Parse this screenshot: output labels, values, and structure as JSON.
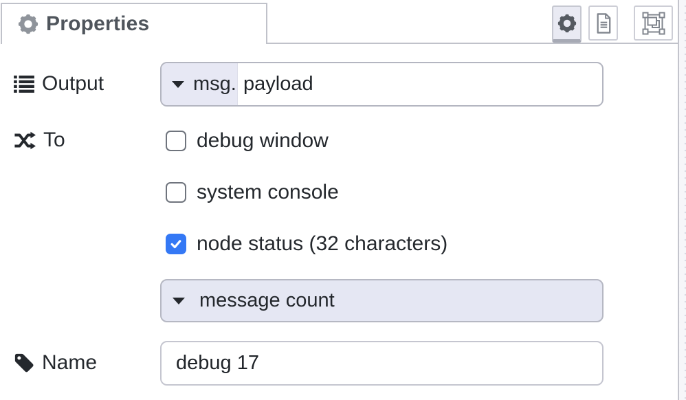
{
  "tab": {
    "label": "Properties"
  },
  "toolbar": {
    "buttons": [
      {
        "name": "properties",
        "icon": "gear-icon",
        "active": true
      },
      {
        "name": "description",
        "icon": "file-text-icon",
        "active": false
      },
      {
        "name": "appearance",
        "icon": "appearance-icon",
        "active": false
      }
    ]
  },
  "rows": {
    "output": {
      "label": "Output",
      "type": "msg.",
      "value": "payload"
    },
    "to": {
      "label": "To",
      "options": [
        {
          "label": "debug window",
          "checked": false
        },
        {
          "label": "system console",
          "checked": false
        },
        {
          "label": "node status (32 characters)",
          "checked": true
        }
      ],
      "status_type": "message count"
    },
    "name": {
      "label": "Name",
      "value": "debug 17"
    }
  },
  "colors": {
    "checkbox_blue": "#3478f5",
    "typed_input_bg": "#e7e8f4",
    "status_bg": "#e5e7f3",
    "border_gray": "#c0c2ca",
    "tab_text": "#4f555c"
  }
}
